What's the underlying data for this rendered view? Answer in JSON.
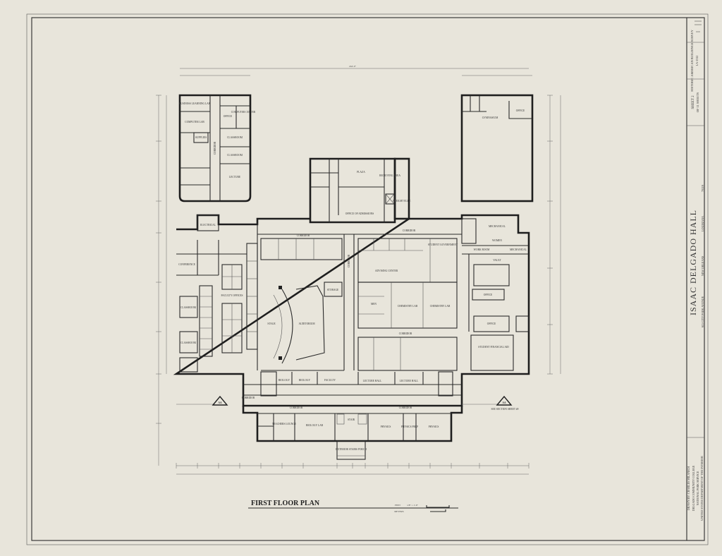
{
  "drawing": {
    "plan_title": "FIRST FLOOR PLAN",
    "scale_text": "1/8\" = 1'-0\"",
    "scale_units": [
      "FEET",
      "METERS"
    ],
    "section_marker": "AA",
    "section_note": "SEE SECTION SHEET #9",
    "overall_dimension_top": "244'-0\"",
    "rooms": {
      "business_lab": "BUSINESS LEARNING LAB",
      "computer_lab": "COMPUTER LAB",
      "supplies": "SUPPLIES",
      "office_a": "OFFICE",
      "computer_center": "COMPUTER CENTER",
      "classroom_a": "CLASSROOM",
      "classroom_b": "CLASSROOM",
      "lecture_a": "LECTURE",
      "corridor_annex": "CORRIDOR",
      "gym": "GYMNASIUM",
      "gym_office": "OFFICE",
      "plaza": "PLAZA",
      "receiving": "RECEIVING AREA",
      "admissions": "OFFICE OF ADMISSIONS",
      "freight": "FREIGHT ELEV.",
      "electrical": "ELECTRICAL",
      "conference": "CONFERENCE",
      "faculty_offices": "FACULTY OFFICES",
      "classroom_c": "CLASSROOM",
      "classroom_d": "CLASSROOM",
      "stage": "STAGE",
      "auditorium": "AUDITORIUM",
      "storage": "STORAGE",
      "biology_a": "BIOLOGY",
      "biology_b": "BIOLOGY",
      "faculty": "FACULTY",
      "advising": "ADVISING CENTER",
      "student_govt": "STUDENT GOVERNMENT",
      "men": "MEN",
      "women": "WOMEN",
      "chemistry_lab_a": "CHEMISTRY LAB",
      "chemistry_lab_b": "CHEMISTRY LAB",
      "lecture_hall_a": "LECTURE HALL",
      "lecture_hall_b": "LECTURE HALL",
      "mechanical_a": "MECHANICAL",
      "mechanical_b": "MECHANICAL",
      "work_room": "WORK ROOM",
      "vault": "VAULT",
      "office_b": "OFFICE",
      "office_c": "OFFICE",
      "financial_aid": "STUDENT FINANCIAL AID",
      "corridor_north_w": "CORRIDOR",
      "corridor_north_e": "CORRIDOR",
      "corridor_center": "CORRIDOR",
      "corridor_south_w": "CORRIDOR",
      "corridor_south_e": "CORRIDOR",
      "corridor_lower_w": "CORRIDOR",
      "corridor_lower_e": "CORRIDOR",
      "teachers_lounge": "TEACHERS LOUNGE",
      "biology_lab": "BIOLOGY LAB",
      "stair": "STAIR",
      "physics_a": "PHYSICS",
      "physics_b": "PHYSICS",
      "physics_prep": "PHYSICS PREP",
      "porch": "EXTERIOR STAIRS PORCH"
    }
  },
  "title_block": {
    "building_name": "ISAAC DELGADO HALL",
    "address": "615 CITY PARK AVENUE",
    "city": "NEW ORLEANS",
    "state": "LOUISIANA",
    "zip": "70119",
    "sheet": "SHEET 2",
    "sheet_of": "OF 11 SHEETS",
    "survey_name": "HISTORIC AMERICAN BUILDINGS SURVEY",
    "survey_number": "LA-1312",
    "drawn_by": "DRAWN BY: CHARLES MILANICH",
    "org1": "DELGADO COMMUNITY COLLEGE",
    "org2": "NATIONAL PARK SERVICE",
    "org3": "UNITED STATES DEPARTMENT OF THE INTERIOR"
  }
}
